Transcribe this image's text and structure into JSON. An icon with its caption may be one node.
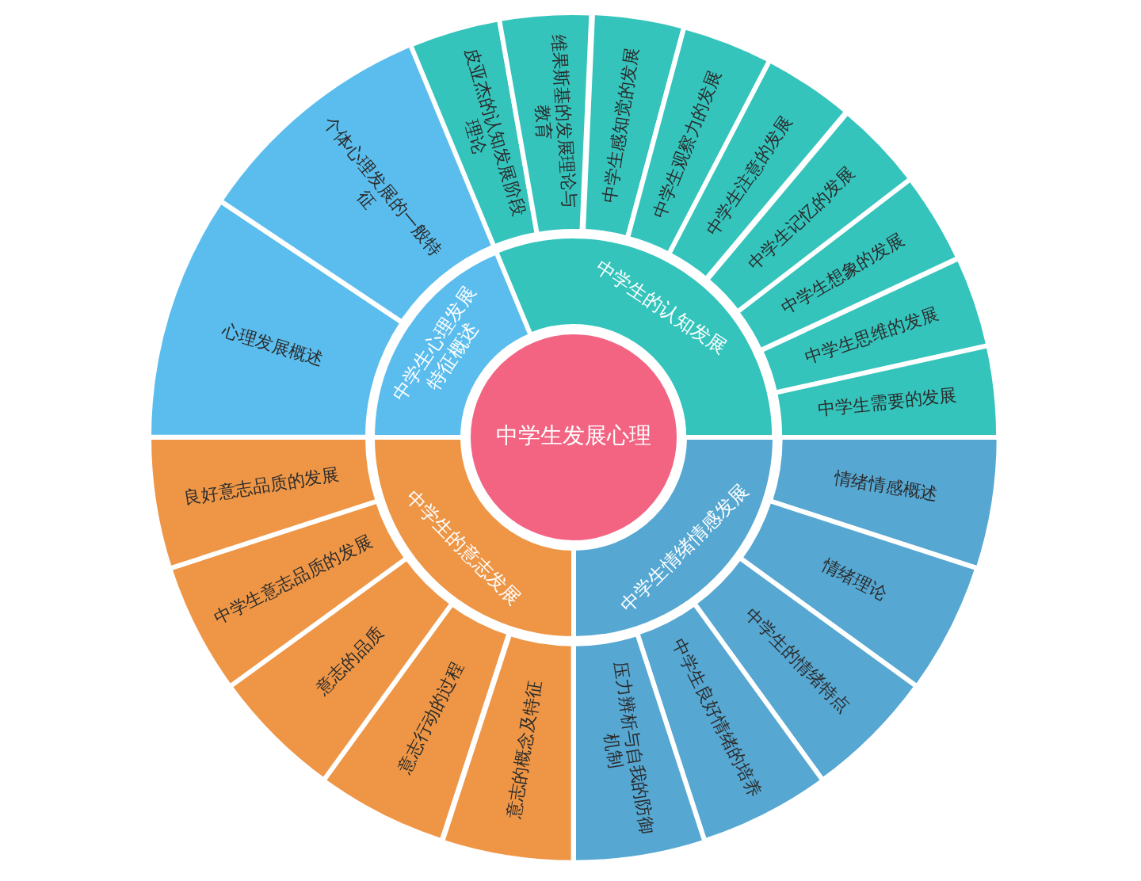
{
  "diagram": {
    "nodes": [
      {
        "text": [
          "中学生发展心理"
        ]
      },
      {
        "text": [
          "中学生心理发展特征概述"
        ]
      },
      {
        "text": [
          "中学生的认知发展"
        ]
      },
      {
        "text": [
          "中学生情绪情感发展"
        ]
      },
      {
        "text": [
          "中学生的意志发展"
        ]
      },
      {
        "text": [
          "心理发展概述"
        ]
      },
      {
        "text": [
          "个体心理发展的一般特征"
        ]
      },
      {
        "text": [
          "皮亚杰的认知发展阶段理论"
        ]
      },
      {
        "text": [
          "维果斯基的发展理论与教育"
        ]
      },
      {
        "text": [
          "中学生感知觉的发展"
        ]
      },
      {
        "text": [
          "中学生观察力的发展"
        ]
      },
      {
        "text": [
          "中学生注意的发展"
        ]
      },
      {
        "text": [
          "中学生记忆的发展"
        ]
      },
      {
        "text": [
          "中学生想象的发展"
        ]
      },
      {
        "text": [
          "中学生思维的发展"
        ]
      },
      {
        "text": [
          "中学生需要的发展"
        ]
      },
      {
        "text": [
          "情绪情感概述"
        ]
      },
      {
        "text": [
          "情绪理论"
        ]
      },
      {
        "text": [
          "中学生的情绪特点"
        ]
      },
      {
        "text": [
          "中学生良好情绪的培养"
        ]
      },
      {
        "text": [
          "压力辨析与自我的防御机制"
        ]
      },
      {
        "text": [
          "意志的概念及特征"
        ]
      },
      {
        "text": [
          "意志行动的过程"
        ]
      },
      {
        "text": [
          "意志的品质"
        ]
      },
      {
        "text": [
          "中学生意志品质的发展"
        ]
      },
      {
        "text": [
          "良好意志品质的发展"
        ]
      }
    ]
  }
}
